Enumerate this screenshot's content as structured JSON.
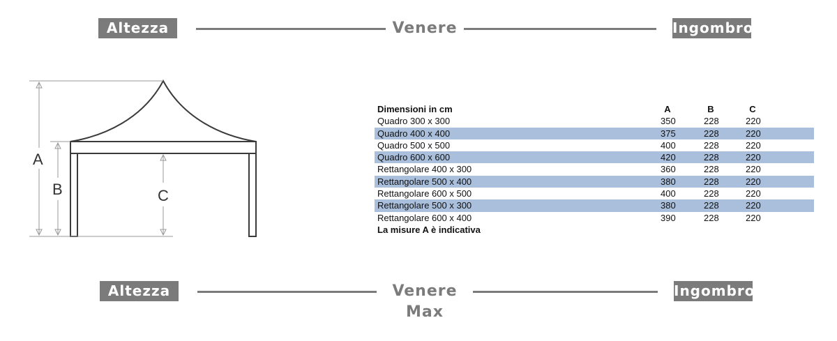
{
  "top_band": {
    "left_label": "Altezza",
    "title": "Venere",
    "right_label": "Ingombro"
  },
  "bottom_band": {
    "left_label": "Altezza",
    "title": "Venere Max",
    "right_label": "Ingombro"
  },
  "diagram": {
    "label_a": "A",
    "label_b": "B",
    "label_c": "C"
  },
  "table": {
    "headers": [
      "Dimensioni in cm",
      "A",
      "B",
      "C"
    ],
    "rows": [
      [
        "Quadro 300 x 300",
        "350",
        "228",
        "220"
      ],
      [
        "Quadro 400 x 400",
        "375",
        "228",
        "220"
      ],
      [
        "Quadro 500 x 500",
        "400",
        "228",
        "220"
      ],
      [
        "Quadro 600 x 600",
        "420",
        "228",
        "220"
      ],
      [
        "Rettangolare 400 x 300",
        "360",
        "228",
        "220"
      ],
      [
        "Rettangolare 500 x 400",
        "380",
        "228",
        "220"
      ],
      [
        "Rettangolare 600 x 500",
        "400",
        "228",
        "220"
      ],
      [
        "Rettangolare 500 x 300",
        "380",
        "228",
        "220"
      ],
      [
        "Rettangolare 600 x 400",
        "390",
        "228",
        "220"
      ]
    ],
    "note": "La misure A è indicativa"
  },
  "colors": {
    "band_gray": "#7b7b7b",
    "row_highlight": "#a9bfdc"
  }
}
